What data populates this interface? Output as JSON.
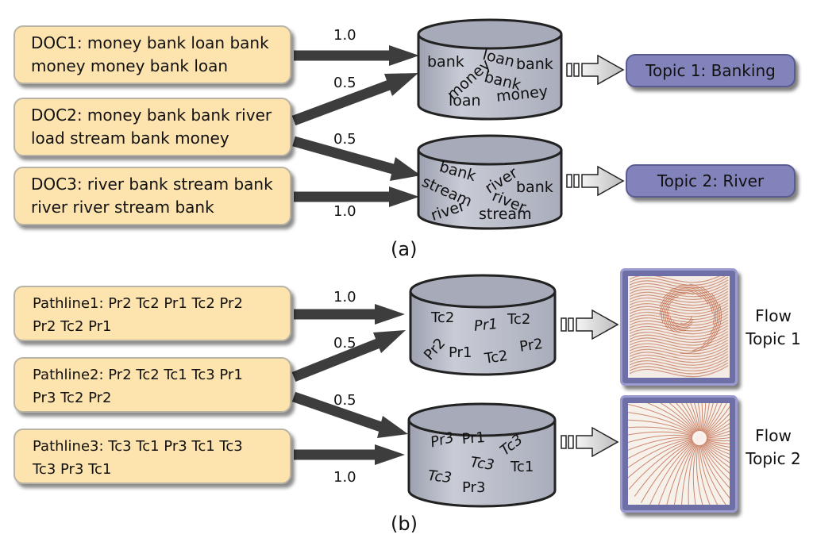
{
  "part_a": {
    "label": "(a)",
    "docs": [
      {
        "line1": "DOC1: money bank loan bank",
        "line2": "money money bank loan"
      },
      {
        "line1": "DOC2: money bank bank river",
        "line2": "load stream bank money"
      },
      {
        "line1": "DOC3: river bank stream bank",
        "line2": "river river stream bank"
      }
    ],
    "weights": {
      "doc1_topic1": "1.0",
      "doc2_topic1": "0.5",
      "doc2_topic2": "0.5",
      "doc3_topic2": "1.0"
    },
    "bucket1_words": [
      "bank",
      "loan",
      "bank",
      "money",
      "bank",
      "loan",
      "money"
    ],
    "bucket2_words": [
      "bank",
      "river",
      "stream",
      "river",
      "bank",
      "river",
      "stream"
    ],
    "topics": [
      "Topic 1: Banking",
      "Topic 2: River"
    ]
  },
  "part_b": {
    "label": "(b)",
    "pathlines": [
      {
        "line1": "Pathline1: Pr2 Tc2 Pr1 Tc2 Pr2",
        "line2": "Pr2 Tc2 Pr1"
      },
      {
        "line1": "Pathline2: Pr2 Tc2 Tc1 Tc3 Pr1",
        "line2": "Pr3 Tc2 Pr2"
      },
      {
        "line1": "Pathline3: Tc3 Tc1 Pr3 Tc1 Tc3",
        "line2": "Tc3 Pr3 Tc1"
      }
    ],
    "weights": {
      "p1_topic1": "1.0",
      "p2_topic1": "0.5",
      "p2_topic2": "0.5",
      "p3_topic2": "1.0"
    },
    "bucket1_words": [
      "Tc2",
      "Pr1",
      "Tc2",
      "Pr2",
      "Pr1",
      "Tc2",
      "Pr2"
    ],
    "bucket2_words": [
      "Pr3",
      "Pr1",
      "Tc3",
      "Tc3",
      "Tc1",
      "Tc3",
      "Pr3"
    ],
    "flow_topics": [
      {
        "line1": "Flow",
        "line2": "Topic 1"
      },
      {
        "line1": "Flow",
        "line2": "Topic 2"
      }
    ]
  },
  "colors": {
    "doc_fill": "#fde3ad",
    "topic_fill": "#8383bb",
    "bucket_fill": "#b7bbc9",
    "arrow": "#3d3d3d",
    "flow_streamline": "#b5502a"
  }
}
